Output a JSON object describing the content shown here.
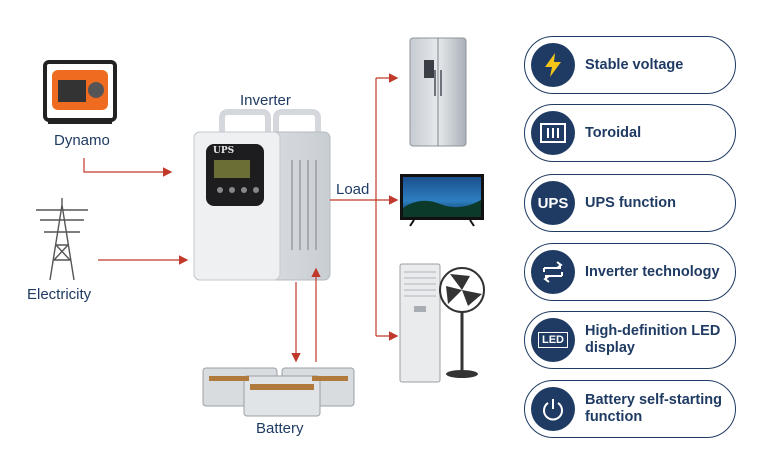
{
  "labels": {
    "inverter": "Inverter",
    "dynamo": "Dynamo",
    "electricity": "Electricity",
    "load": "Load",
    "battery": "Battery"
  },
  "inverter_brand": "UPS",
  "features": [
    {
      "icon": "lightning-icon",
      "text": "Stable voltage"
    },
    {
      "icon": "toroidal-icon",
      "text": "Toroidal"
    },
    {
      "icon": "ups-icon",
      "text": "UPS function",
      "badge": "UPS"
    },
    {
      "icon": "inverter-arrows-icon",
      "text": "Inverter technology"
    },
    {
      "icon": "led-icon",
      "text": "High-definition LED display",
      "badge": "LED"
    },
    {
      "icon": "power-icon",
      "text": "Battery self-starting function"
    }
  ],
  "colors": {
    "navy": "#1f3b63",
    "arrow_red": "#c0392b",
    "lightning_yellow": "#f5c518"
  }
}
